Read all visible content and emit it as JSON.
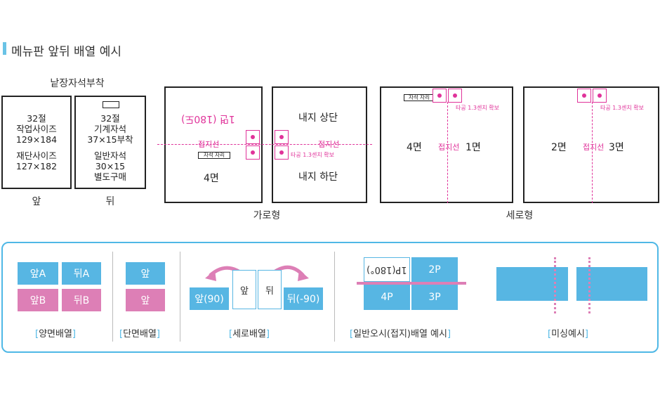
{
  "title": "메뉴판 앞뒤 배열 예시",
  "section1": {
    "heading": "낱장자석부착",
    "front": {
      "lines": [
        "32절",
        "작업사이즈",
        "129×184",
        "재단사이즈",
        "127×182"
      ],
      "caption": "앞"
    },
    "back": {
      "lines": [
        "32절",
        "기계자석",
        "37×15부착",
        "일반자석",
        "30×15",
        "별도구매"
      ],
      "caption": "뒤"
    }
  },
  "section2": {
    "caption": "가로형",
    "left_panel": {
      "top_text": "1면 (180도)",
      "fold_label": "접지선",
      "magnet_label": "자석 자리",
      "bottom_text": "4면"
    },
    "right_panel": {
      "top_text": "내지 상단",
      "fold_label": "접지선",
      "punch_note": "타공 1.3센치 확보",
      "bottom_text": "내지 하단"
    }
  },
  "section3": {
    "caption": "세로형",
    "left_panel": {
      "magnet_label": "자석 자리",
      "punch_note": "타공 1.3센치 확보",
      "left_page": "4면",
      "fold_label": "접지선",
      "right_page": "1면"
    },
    "right_panel": {
      "punch_note": "타공 1.3센치 확보",
      "left_page": "2면",
      "fold_label": "접지선",
      "right_page": "3면"
    }
  },
  "bottom": {
    "double_sided": {
      "cells": [
        "앞A",
        "뒤A",
        "앞B",
        "뒤B"
      ],
      "label": "양면배열"
    },
    "single_sided": {
      "cells": [
        "앞",
        "앞"
      ],
      "label": "단면배열"
    },
    "vertical": {
      "left": "앞(90)",
      "mid_left": "앞",
      "mid_right": "뒤",
      "right": "뒤(-90)",
      "label": "세로배열"
    },
    "general": {
      "cells": [
        "1P(180°)",
        "2P",
        "4P",
        "3P"
      ],
      "label": "일반오시(접지)배열 예시"
    },
    "missing": {
      "label": "미싱예시"
    },
    "bracket_open": "[",
    "bracket_close": "]"
  },
  "colors": {
    "accent_blue": "#57b6e3",
    "accent_pink": "#dd7fb6",
    "fold_pink": "#e0339a"
  }
}
